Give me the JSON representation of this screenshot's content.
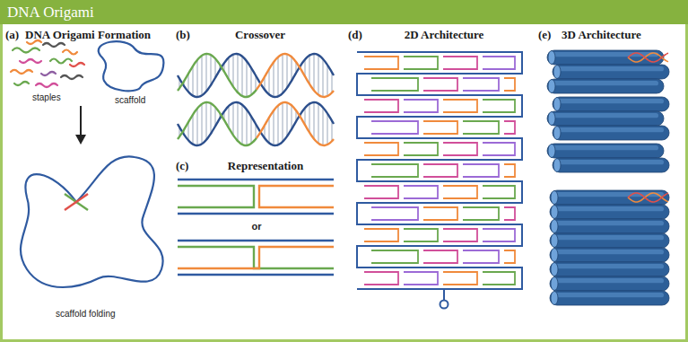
{
  "diagram": {
    "title": "DNA Origami",
    "labels": [
      "(a)",
      "DNA Origami Formation",
      "staples",
      "scaffold",
      "scaffold folding",
      "(b)",
      "Crossover",
      "(c)",
      "Representation",
      "or",
      "(d)",
      "2D Architecture",
      "(e)",
      "3D Architecture"
    ]
  }
}
